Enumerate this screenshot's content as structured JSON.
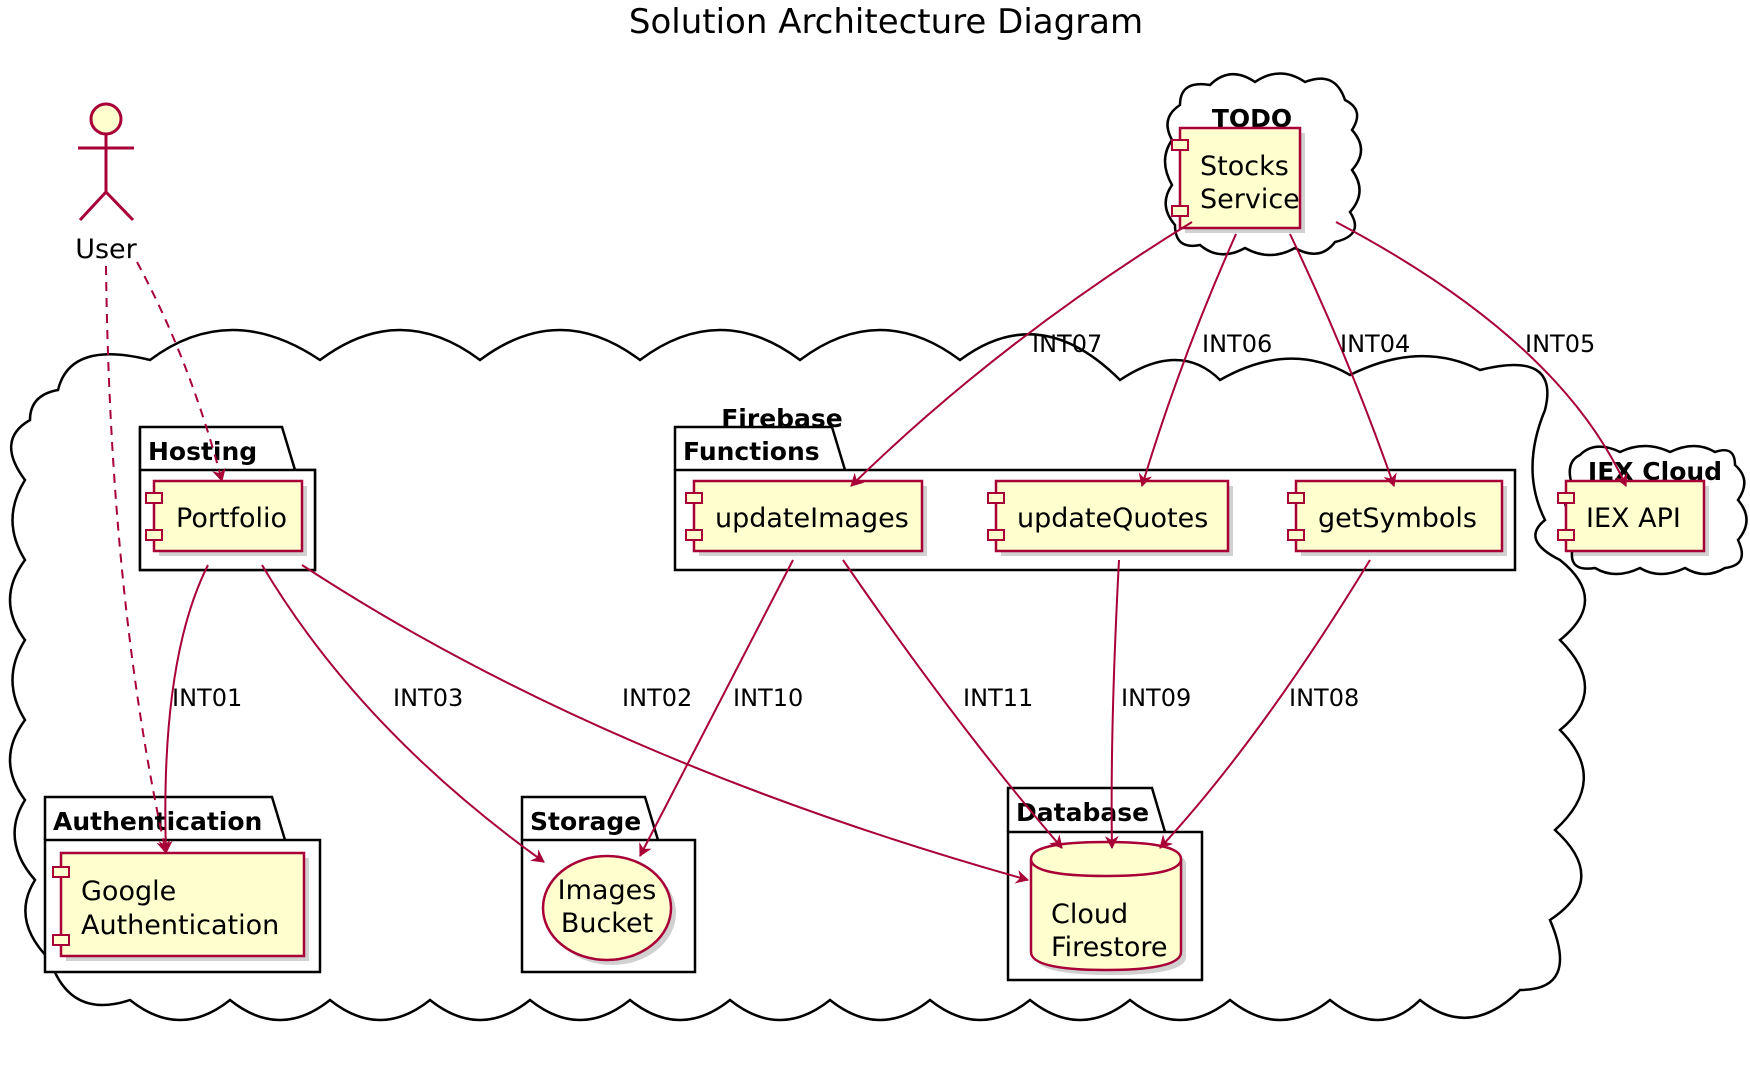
{
  "title": "Solution Architecture Diagram",
  "actor": {
    "label": "User"
  },
  "clouds": {
    "todo": "TODO",
    "firebase": "Firebase",
    "iex": "IEX Cloud"
  },
  "packages": {
    "hosting": "Hosting",
    "functions": "Functions",
    "authentication": "Authentication",
    "storage": "Storage",
    "database": "Database"
  },
  "nodes": {
    "stocks_service": [
      "Stocks",
      "Service"
    ],
    "portfolio": "Portfolio",
    "update_images": "updateImages",
    "update_quotes": "updateQuotes",
    "get_symbols": "getSymbols",
    "iex_api": "IEX API",
    "google_auth": [
      "Google",
      "Authentication"
    ],
    "images_bucket": [
      "Images",
      "Bucket"
    ],
    "cloud_firestore": [
      "Cloud",
      "Firestore"
    ]
  },
  "edges": {
    "int01": "INT01",
    "int02": "INT02",
    "int03": "INT03",
    "int04": "INT04",
    "int05": "INT05",
    "int06": "INT06",
    "int07": "INT07",
    "int08": "INT08",
    "int09": "INT09",
    "int10": "INT10",
    "int11": "INT11"
  },
  "colors": {
    "node_fill": "#FEFECE",
    "node_border": "#A80036",
    "arrow": "#A80036"
  }
}
